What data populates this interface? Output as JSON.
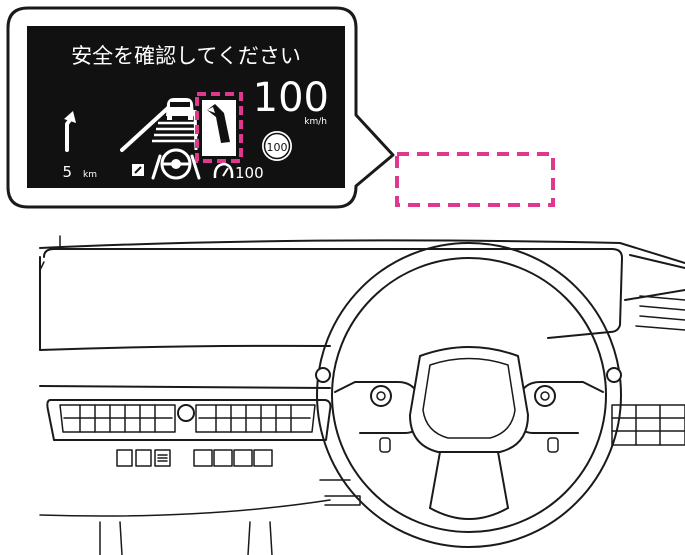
{
  "hud": {
    "message": "安全を確認してください",
    "speed_value": "100",
    "speed_unit": "km/h",
    "nav_distance_value": "5",
    "nav_distance_unit": "km",
    "speed_limit_sign": "100",
    "set_speed_value": "100",
    "icons": [
      "turn-arrow-icon",
      "lead-car-icon",
      "lane-change-icon",
      "steering-assist-icon",
      "cruise-icon",
      "speed-limit-sign-icon",
      "lane-assist-icon"
    ]
  },
  "colors": {
    "highlight": "#e0388f",
    "hud_background": "#111111",
    "outline": "#1a1a1a",
    "hud_text": "#ffffff"
  }
}
